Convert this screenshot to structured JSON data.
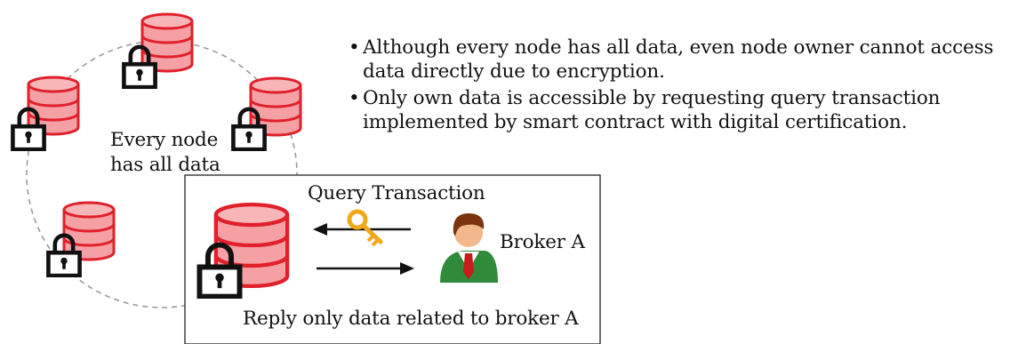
{
  "bullets": [
    "Although every node has all data, even node owner cannot access data directly due to encryption.",
    "Only own data is accessible by requesting query transaction implemented by smart contract with digital certification."
  ],
  "bullet_symbol": "•",
  "ring_label_line1": "Every node",
  "ring_label_line2": "has all data",
  "query_label": "Query Transaction",
  "broker_label": "Broker A",
  "reply_label": "Reply only data related to broker A",
  "icons": {
    "node": "database-icon",
    "lock": "padlock-icon",
    "key": "key-icon",
    "person": "broker-person-icon"
  },
  "colors": {
    "database_fill": "#f4a0a4",
    "database_stroke": "#e0202a",
    "lock": "#111111",
    "key": "#f0a818",
    "ring": "#9a9a9a",
    "suit": "#2f8a3a",
    "tie": "#c81c1c",
    "skin": "#f2b78a",
    "hair": "#7a3410"
  }
}
